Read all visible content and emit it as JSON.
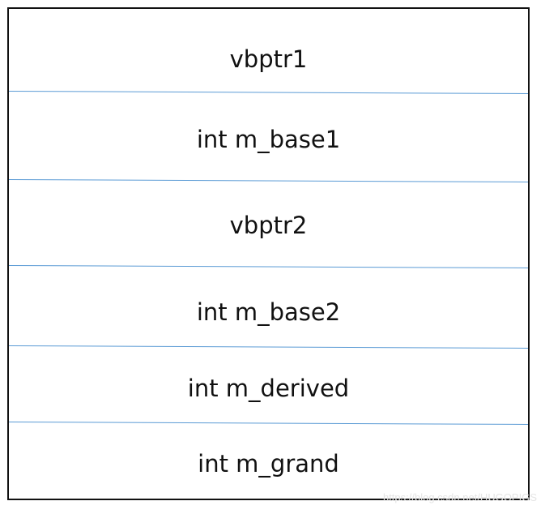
{
  "fields": [
    {
      "label": "vbptr1"
    },
    {
      "label": "int m_base1"
    },
    {
      "label": "vbptr2"
    },
    {
      "label": "int m_base2"
    },
    {
      "label": "int m_derived"
    },
    {
      "label": "int m_grand"
    }
  ],
  "watermark": "https://blog.csdn.net/HUGOPIGS",
  "colors": {
    "border": "#111111",
    "divider": "#5b9bd5",
    "text": "#111111",
    "background": "#ffffff"
  }
}
